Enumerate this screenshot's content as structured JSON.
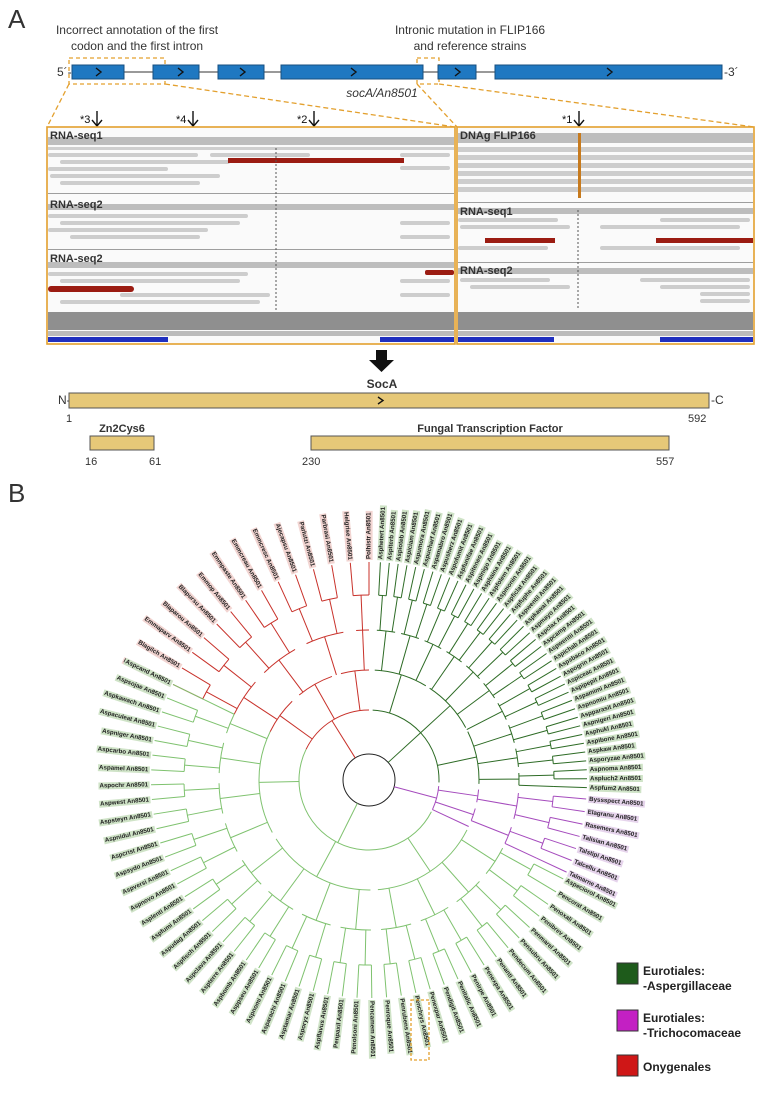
{
  "panel_a": {
    "label": "A",
    "callout_left": [
      "Incorrect annotation of the first",
      "codon and the first intron"
    ],
    "callout_right": [
      "Intronic mutation in FLIP166",
      "and reference strains"
    ],
    "five_prime": "5´-",
    "three_prime": "-3´",
    "gene_name": "socA/An8501",
    "marks_left": [
      "*3",
      "*4",
      "*2"
    ],
    "marks_right": [
      "*1"
    ],
    "tracks_left": [
      "RNA-seq1",
      "RNA-seq2",
      "RNA-seq2"
    ],
    "tracks_right": [
      "DNAg FLIP166",
      "RNA-seq1",
      "RNA-seq2"
    ],
    "protein": {
      "name": "SocA",
      "n_term": "N-",
      "c_term": "-C",
      "start": "1",
      "end": "592",
      "domains": [
        {
          "name": "Zn2Cys6",
          "start": "16",
          "end": "61"
        },
        {
          "name": "Fungal Transcription Factor",
          "start": "230",
          "end": "557"
        }
      ]
    }
  },
  "panel_b": {
    "label": "B",
    "colors": {
      "green_dark": "#2d6b25",
      "green_light": "#7fc26f",
      "purple": "#a54bbd",
      "red": "#c8312a",
      "label_green": "#cfe3c7",
      "label_purple": "#e6d4ec",
      "label_red": "#f2d5d2"
    },
    "legend": [
      {
        "swatch": "#1e5b1b",
        "line1": "Eurotiales:",
        "line2": "-Aspergillaceae"
      },
      {
        "swatch": "#c320c3",
        "line1": "Eurotiales:",
        "line2": "-Trichocomaceae"
      },
      {
        "swatch": "#cf1717",
        "line1": "Onygenales",
        "line2": ""
      }
    ],
    "leaves_top_green": [
      "Asphetert An8501",
      "Aspiterb An8501",
      "Aspioteb An8501",
      "Aspiciam An8501",
      "Aspumora An8501",
      "Aspucharf An8501",
      "Aspamabro An8501",
      "Aspusherz An8501",
      "Aspofumit An8501",
      "Aspfunifae An8501",
      "Aspiteneo An8501",
      "Aspinigo An8501",
      "Asphaina An8501",
      "Aspfolem An8501",
      "Aspmonin An8501",
      "Aspficlat An8501",
      "Aspfuphe An8501",
      "Aspwentil An8501",
      "Aspkawai An8501",
      "Aspmayo An8501",
      "Aspclax An8501",
      "Aspcamp An8501",
      "Aspwentii An8501",
      "Aspichab An8501",
      "Aspsbaco An8501",
      "Aspogrin An8501",
      "Aspiceac An8501",
      "Aspipepit An8501",
      "Aspamimi An8501",
      "Aspnomiu An8501",
      "Aspparasit An8501",
      "Aspnigeri An8501",
      "Asphukl An8501",
      "Aspibone An8501",
      "Aspkaw An8501",
      "Asporyzae An8501",
      "Aspnoma An8501",
      "Aspluch2 An8501",
      "Aspfum2 An8501"
    ],
    "leaves_red": [
      "Bladerma An8501",
      "Blagilch An8501",
      "Emmaparv An8501",
      "Blaparou An8501",
      "Blapursu An8501",
      "Emmop An8501",
      "Emmpaste An8501",
      "Emmcreau An8501",
      "Emmcresc An8501",
      "Ajecapsu An8501",
      "Parlutzi An8501",
      "Parbrasi An8501",
      "Helgrise An8501",
      "Polhistr An8501"
    ],
    "leaves_purple": [
      "Byssspect An8501",
      "Elagranu An8501",
      "Rasemers An8501",
      "Talisian An8501",
      "Talstipi An8501",
      "Talcellu An8501",
      "Talmarne An8501"
    ],
    "leaves_bottom_green": [
      "Aspeciorol An8501",
      "Pencorat An8501",
      "Penoxali An8501",
      "Penibrev An8501",
      "Penmarel An8501",
      "Pensubru An8501",
      "Pendecum An8501",
      "Penanti An8501",
      "Penexpa An8501",
      "Penirpe An8501",
      "Penitalic An8501",
      "Pendigit An8501",
      "Penexpar An8501",
      "Penchrys An8501",
      "Penrubens An8501",
      "Penroque An8501",
      "Pencamem An8501",
      "Penolsoni An8501",
      "Penpaxil An8501",
      "Aspflavus An8501",
      "Asporyz An8501",
      "Asptamar An8501",
      "Asparachi An8501",
      "Aspnomi An8501",
      "Asppseu An8501",
      "Aspbomb An8501",
      "Aspterre An8501",
      "Aspclava An8501",
      "Aspfisch An8501",
      "Aspudag An8501",
      "Aspfumi An8501",
      "Asplenti An8501",
      "Aspnovo An8501",
      "Aspversi An8501",
      "Aspsydo An8501",
      "Aspcrist An8501",
      "Aspnidul An8501",
      "Aspsteyn An8501",
      "Aspwest An8501",
      "Aspochr An8501",
      "Aspamel An8501",
      "Aspcarbo An8501",
      "Aspniger An8501",
      "Aspaculeat An8501",
      "Aspkawach An8501",
      "Aspsojae An8501",
      "Aspcand An8501"
    ]
  }
}
